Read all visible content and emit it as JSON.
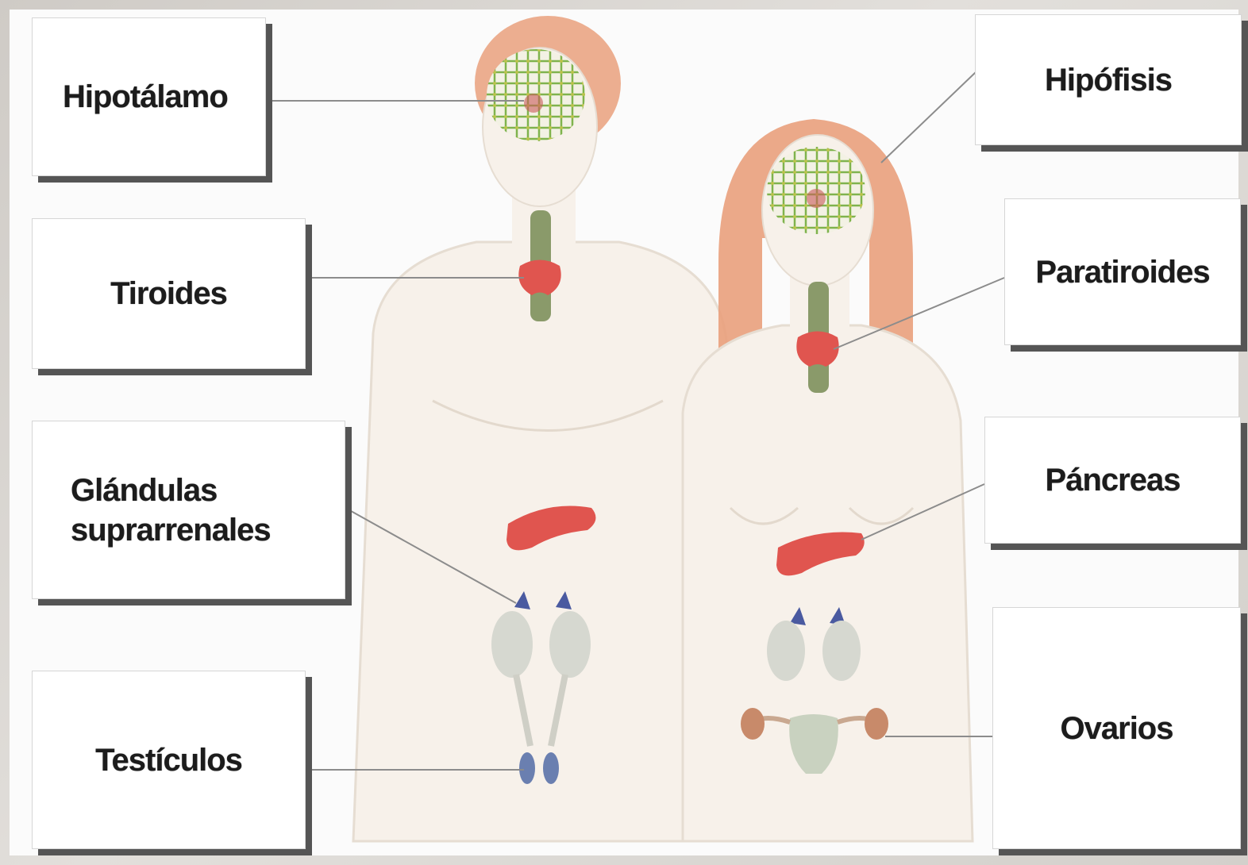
{
  "labels": {
    "hipotalamo": "Hipotálamo",
    "tiroides": "Tiroides",
    "glandulas": "Glándulas\nsuprarrenales",
    "testiculos": "Testículos",
    "hipofisis": "Hipófisis",
    "paratiroides": "Paratiroides",
    "pancreas": "Páncreas",
    "ovarios": "Ovarios"
  },
  "colors": {
    "skin": "#f7f1ea",
    "skin_outline": "#e6ddd2",
    "hair": "#e9a07c",
    "gland_red": "#e0554f",
    "kidney": "#d6d8d0",
    "adrenal": "#4a5aa0",
    "trachea": "#8a9a6a",
    "brain_mesh": "#7fb34d",
    "leader_line": "#8c8c8c"
  }
}
